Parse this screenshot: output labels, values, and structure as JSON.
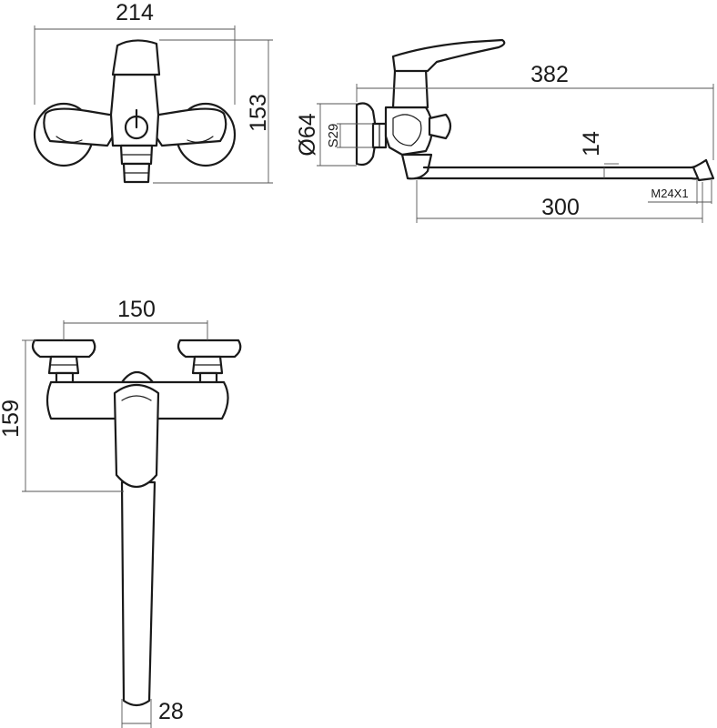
{
  "drawing": {
    "front_view": {
      "width_label": "214",
      "height_label": "153"
    },
    "side_view": {
      "projection_label": "382",
      "flange_diameter_label": "Ø64",
      "wrench_size_label": "S29",
      "spout_offset_label": "14",
      "thread_label": "M24X1",
      "spout_reach_label": "300"
    },
    "top_view": {
      "connection_spacing_label": "150",
      "depth_label": "159",
      "spout_diameter_label": "28"
    },
    "colors": {
      "line": "#1a1a1a",
      "dimension_line": "#555555",
      "background": "#ffffff"
    }
  }
}
